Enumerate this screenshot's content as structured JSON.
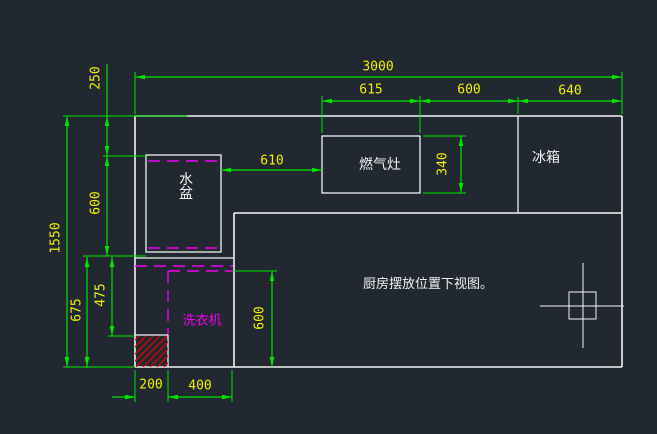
{
  "drawing": {
    "note": "厨房摆放位置下视图。",
    "fixtures": {
      "sink": "水盆",
      "stove": "燃气灶",
      "fridge": "冰箱",
      "washer": "洗衣机"
    }
  },
  "dimensions": {
    "total_width": "3000",
    "stove_width": "615",
    "stove_to_fridge_gap": "600",
    "fridge_width": "640",
    "sink_to_stove_gap": "610",
    "stove_depth": "340",
    "wall_to_sink_offset": "250",
    "sink_span": "600",
    "total_height": "1550",
    "lower_left_height": "675",
    "washer_zone_height": "475",
    "hatch_width": "200",
    "washer_width": "400",
    "washer_depth": "600"
  },
  "icons": {
    "crosshair": "ucs-crosshair"
  },
  "colors": {
    "background": "#212830",
    "outline": "#f2f2f2",
    "dimension_line": "#00e400",
    "dimension_text": "#f0f000",
    "hidden_line": "#f000f0",
    "hatch": "#e60000"
  }
}
